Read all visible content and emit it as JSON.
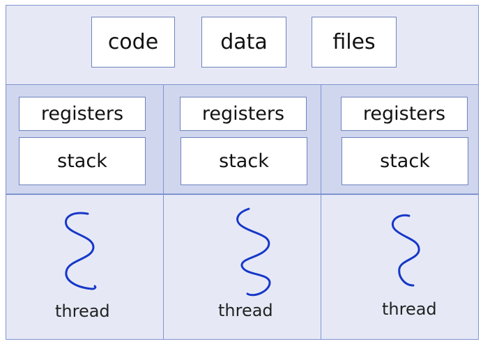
{
  "shared": {
    "items": [
      {
        "label": "code"
      },
      {
        "label": "data"
      },
      {
        "label": "files"
      }
    ]
  },
  "threads": [
    {
      "registers_label": "registers",
      "stack_label": "stack",
      "thread_label": "thread",
      "icon": "thread-squiggle-icon"
    },
    {
      "registers_label": "registers",
      "stack_label": "stack",
      "thread_label": "thread",
      "icon": "thread-squiggle-icon"
    },
    {
      "registers_label": "registers",
      "stack_label": "stack",
      "thread_label": "thread",
      "icon": "thread-squiggle-icon"
    }
  ],
  "colors": {
    "shared_background": "#e6e9f5",
    "thread_private_background": "#cfd6ee",
    "border": "#7f93cf",
    "squiggle": "#1637c8"
  }
}
